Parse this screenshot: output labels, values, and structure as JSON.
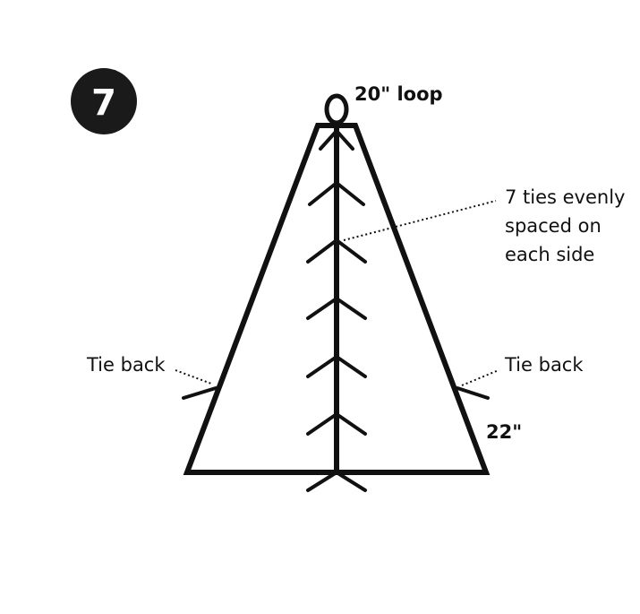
{
  "step": {
    "number": "7"
  },
  "labels": {
    "loop": "20\" loop",
    "ties_line1": "7 ties evenly",
    "ties_line2": "spaced on",
    "ties_line3": "each side",
    "tie_back_left": "Tie back",
    "tie_back_right": "Tie back",
    "side_length": "22\""
  },
  "colors": {
    "ink": "#111111",
    "badge": "#1a1a1a",
    "background": "#ffffff"
  }
}
